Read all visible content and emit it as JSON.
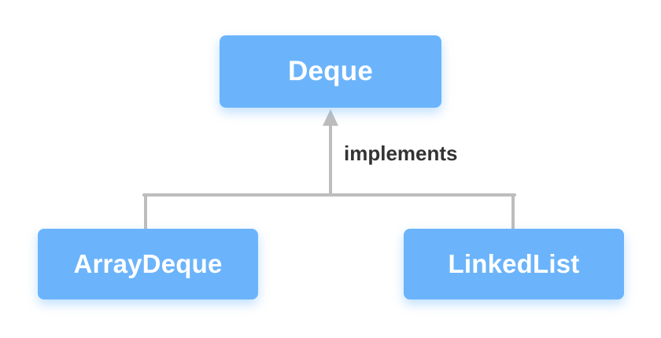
{
  "diagram": {
    "type": "uml-class-hierarchy",
    "background_color": "#ffffff",
    "nodes": [
      {
        "id": "deque",
        "label": "Deque",
        "role": "interface",
        "fill_color": "#6bb4fb",
        "text_color": "#ffffff"
      },
      {
        "id": "arraydeque",
        "label": "ArrayDeque",
        "role": "implementation",
        "fill_color": "#6bb4fb",
        "text_color": "#ffffff"
      },
      {
        "id": "linkedlist",
        "label": "LinkedList",
        "role": "implementation",
        "fill_color": "#6bb4fb",
        "text_color": "#ffffff"
      }
    ],
    "edges": [
      {
        "id": "implements-edge",
        "label": "implements",
        "from": [
          "arraydeque",
          "linkedlist"
        ],
        "to": "deque",
        "line_color": "#bdbdbd",
        "label_color": "#333333",
        "arrow": "triangle-up"
      }
    ]
  }
}
